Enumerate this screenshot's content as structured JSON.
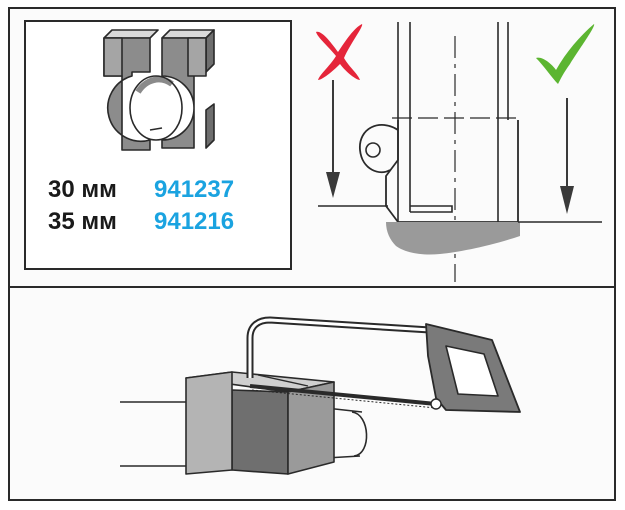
{
  "sizes": [
    {
      "dimension": "30 мм",
      "part_number": "941237"
    },
    {
      "dimension": "35 мм",
      "part_number": "941216"
    }
  ],
  "icons": {
    "wrong": "cross-mark-icon",
    "right": "check-mark-icon"
  },
  "colors": {
    "wrong": "#e5253a",
    "right": "#5cb531",
    "part_number": "#1aa3e0",
    "line": "#2a2a2a",
    "shade": "#8c8c8c"
  }
}
